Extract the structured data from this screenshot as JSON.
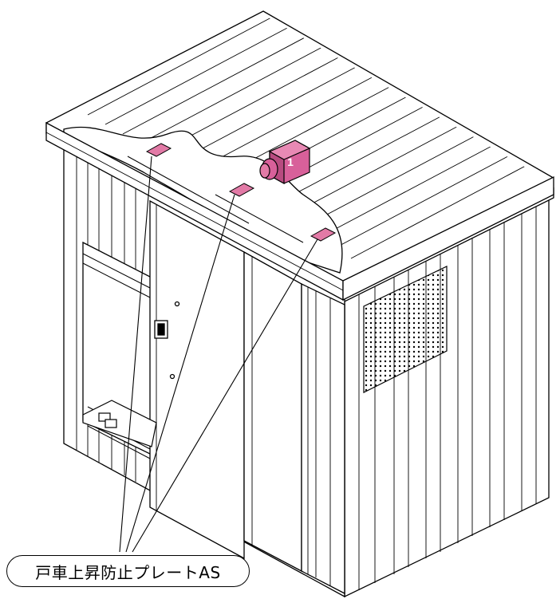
{
  "callout": {
    "part_name": "戸車上昇防止プレートAS",
    "pointer_count": 3
  },
  "step_badge": {
    "number": "1",
    "color": "#d8609a"
  },
  "colors": {
    "line": "#000000",
    "plate": "#e27aa6",
    "background": "#ffffff"
  }
}
